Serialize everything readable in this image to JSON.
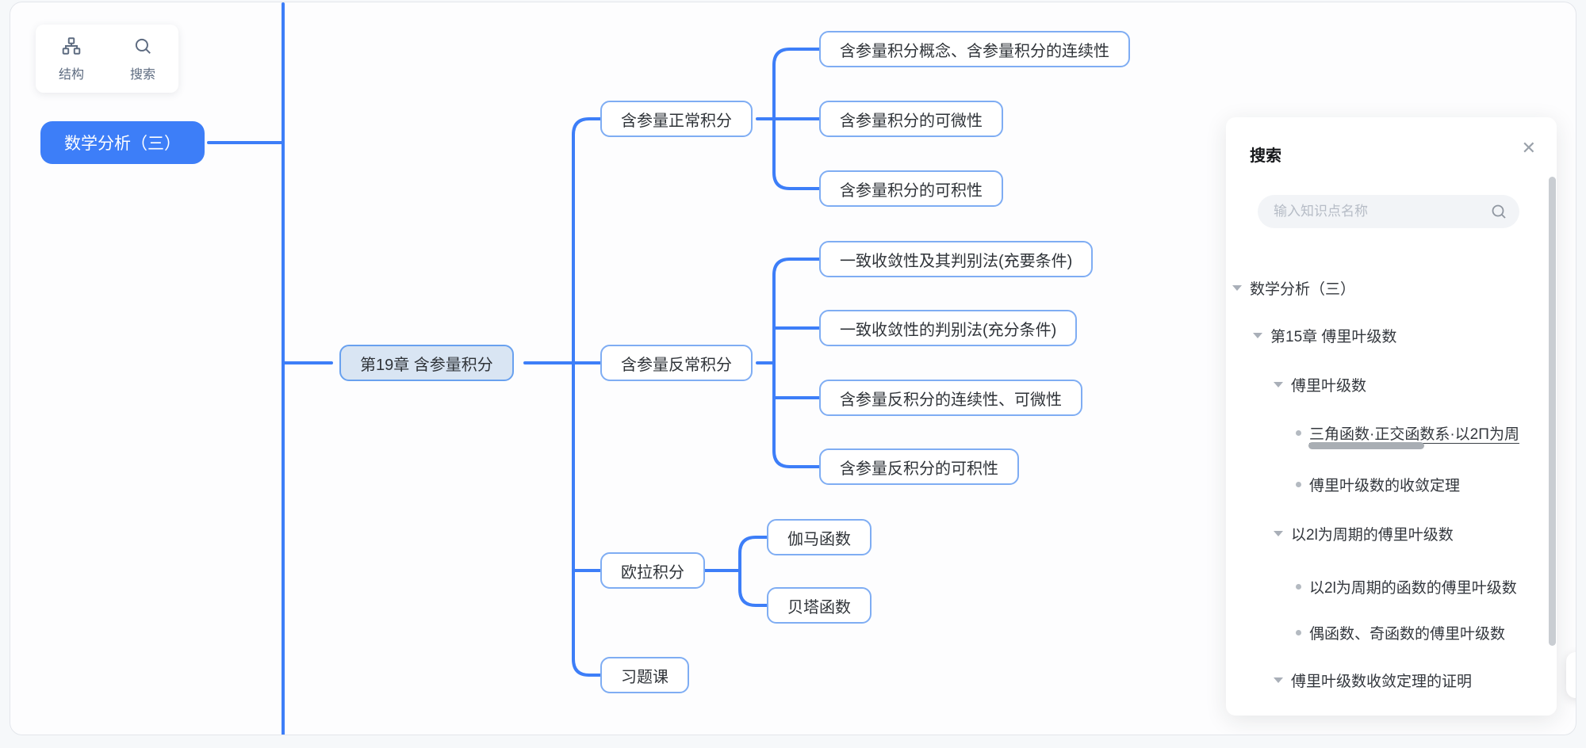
{
  "toolbar": {
    "items": [
      {
        "label": "结构",
        "icon": "sitemap-icon"
      },
      {
        "label": "搜索",
        "icon": "search-icon"
      }
    ]
  },
  "mindmap": {
    "root": "数学分析（三）",
    "chapter": "第19章 含参量积分",
    "branches": [
      {
        "label": "含参量正常积分",
        "children": [
          "含参量积分概念、含参量积分的连续性",
          "含参量积分的可微性",
          "含参量积分的可积性"
        ]
      },
      {
        "label": "含参量反常积分",
        "children": [
          "一致收敛性及其判别法(充要条件)",
          "一致收敛性的判别法(充分条件)",
          "含参量反积分的连续性、可微性",
          "含参量反积分的可积性"
        ]
      },
      {
        "label": "欧拉积分",
        "children": [
          "伽马函数",
          "贝塔函数"
        ]
      },
      {
        "label": "习题课",
        "children": []
      }
    ]
  },
  "search_panel": {
    "title": "搜索",
    "close_icon": "✕",
    "input_value": "",
    "input_placeholder": "输入知识点名称",
    "tree": [
      {
        "label": "数学分析（三）",
        "level": 0,
        "type": "expandable"
      },
      {
        "label": "第15章 傅里叶级数",
        "level": 1,
        "type": "expandable"
      },
      {
        "label": "傅里叶级数",
        "level": 2,
        "type": "expandable"
      },
      {
        "label": "三角函数·正交函数系·以2Π为周",
        "level": 3,
        "type": "leaf",
        "highlighted": true
      },
      {
        "label": "傅里叶级数的收敛定理",
        "level": 3,
        "type": "leaf"
      },
      {
        "label": "以2l为周期的傅里叶级数",
        "level": 2,
        "type": "expandable"
      },
      {
        "label": "以2l为周期的函数的傅里叶级数",
        "level": 3,
        "type": "leaf"
      },
      {
        "label": "偶函数、奇函数的傅里叶级数",
        "level": 3,
        "type": "leaf"
      },
      {
        "label": "傅里叶级数收敛定理的证明",
        "level": 2,
        "type": "expandable"
      }
    ]
  },
  "colors": {
    "accent_blue": "#3d7ef8",
    "node_border": "#7fadf3",
    "chapter_fill": "#d9e5f3",
    "chapter_border": "#69a1ef",
    "text_dark": "#2f3338",
    "icon_gray": "#5d6b80",
    "scroll_thumb": "#c9cdd2"
  }
}
